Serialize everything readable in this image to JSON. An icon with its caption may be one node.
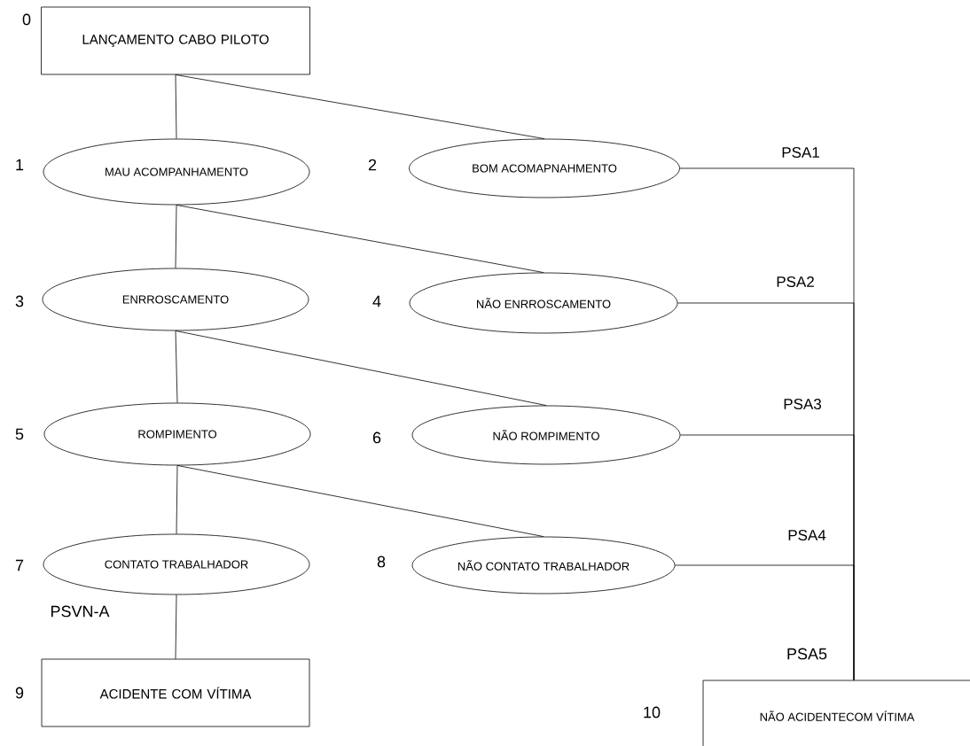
{
  "diagram": {
    "nodes": [
      {
        "text": [
          "LANÇAMENTO CABO PILOTO"
        ],
        "beside": [
          "0"
        ]
      },
      {
        "text": [
          "MAU ACOMPANHAMENTO"
        ],
        "beside": [
          "1"
        ]
      },
      {
        "text": [
          "BOM ACOMAPNAHMENTO"
        ],
        "beside": [
          "2"
        ]
      },
      {
        "text": [
          "ENRROSCAMENTO"
        ],
        "beside": [
          "3"
        ]
      },
      {
        "text": [
          "NÃO ENRROSCAMENTO"
        ],
        "beside": [
          "4"
        ]
      },
      {
        "text": [
          "ROMPIMENTO"
        ],
        "beside": [
          "5"
        ]
      },
      {
        "text": [
          "NÃO ROMPIMENTO"
        ],
        "beside": [
          "6"
        ]
      },
      {
        "text": [
          "CONTATO TRABALHADOR"
        ],
        "beside": [
          "7"
        ]
      },
      {
        "text": [
          "NÃO CONTATO TRABALHADOR"
        ],
        "beside": [
          "8"
        ]
      },
      {
        "text": [
          "ACIDENTE COM VÍTIMA"
        ],
        "beside": [
          "9"
        ]
      },
      {
        "text": [
          "NÃO ACIDENTECOM VÍTIMA"
        ],
        "beside": [
          "10"
        ]
      }
    ],
    "edges": [
      {
        "from": 0,
        "to": 1,
        "arrow": "none"
      },
      {
        "from": 0,
        "to": 2,
        "arrow": "none"
      },
      {
        "from": 1,
        "to": 3,
        "arrow": "none"
      },
      {
        "from": 1,
        "to": 4,
        "arrow": "none"
      },
      {
        "from": 3,
        "to": 5,
        "arrow": "none"
      },
      {
        "from": 3,
        "to": 6,
        "arrow": "none"
      },
      {
        "from": 5,
        "to": 7,
        "arrow": "none"
      },
      {
        "from": 5,
        "to": 8,
        "arrow": "none"
      },
      {
        "from": 7,
        "to": 9,
        "arrow": "none"
      },
      {
        "from": 2,
        "to": 10,
        "arrow": "none",
        "label": "PSA1"
      },
      {
        "from": 4,
        "to": 10,
        "arrow": "none",
        "label": "PSA2"
      },
      {
        "from": 6,
        "to": 10,
        "arrow": "none",
        "label": "PSA3"
      },
      {
        "from": 8,
        "to": 10,
        "arrow": "none",
        "label": "PSA4"
      }
    ],
    "labels": [
      "PSA5",
      "PSVN-A"
    ]
  }
}
